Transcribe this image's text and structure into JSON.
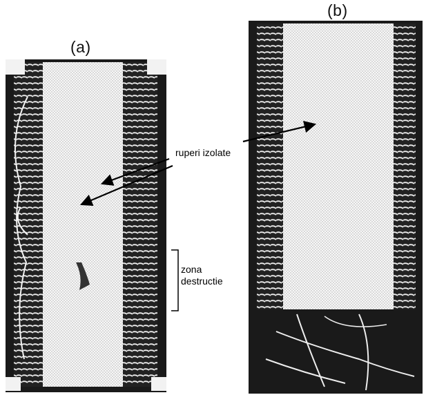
{
  "panels": [
    {
      "label": "(a)"
    },
    {
      "label": "(b)"
    }
  ],
  "annotations": {
    "isolated_breaks": "ruperi izolate",
    "destruction_zone_line1": "zona",
    "destruction_zone_line2": "destructie"
  },
  "colors": {
    "background": "#ffffff",
    "photo_dark": "#1a1a1a",
    "fabric": "#e6e6e6",
    "thread": "#ffffff",
    "ink": "#000000"
  }
}
